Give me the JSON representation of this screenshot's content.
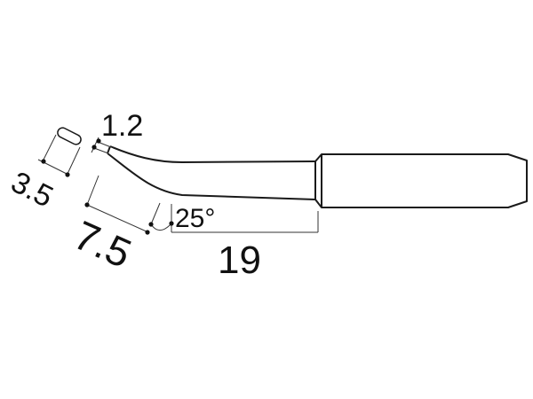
{
  "diagram": {
    "subject": "soldering iron tip (bent)",
    "colors": {
      "line": "#1a1a1a",
      "dim_line": "#333333",
      "text": "#111111",
      "background": "#ffffff"
    },
    "dimensions": {
      "tip_width": "1.2",
      "tip_thickness": "3.5",
      "bent_length": "7.5",
      "bend_angle": "25°",
      "shaft_length": "19"
    }
  }
}
